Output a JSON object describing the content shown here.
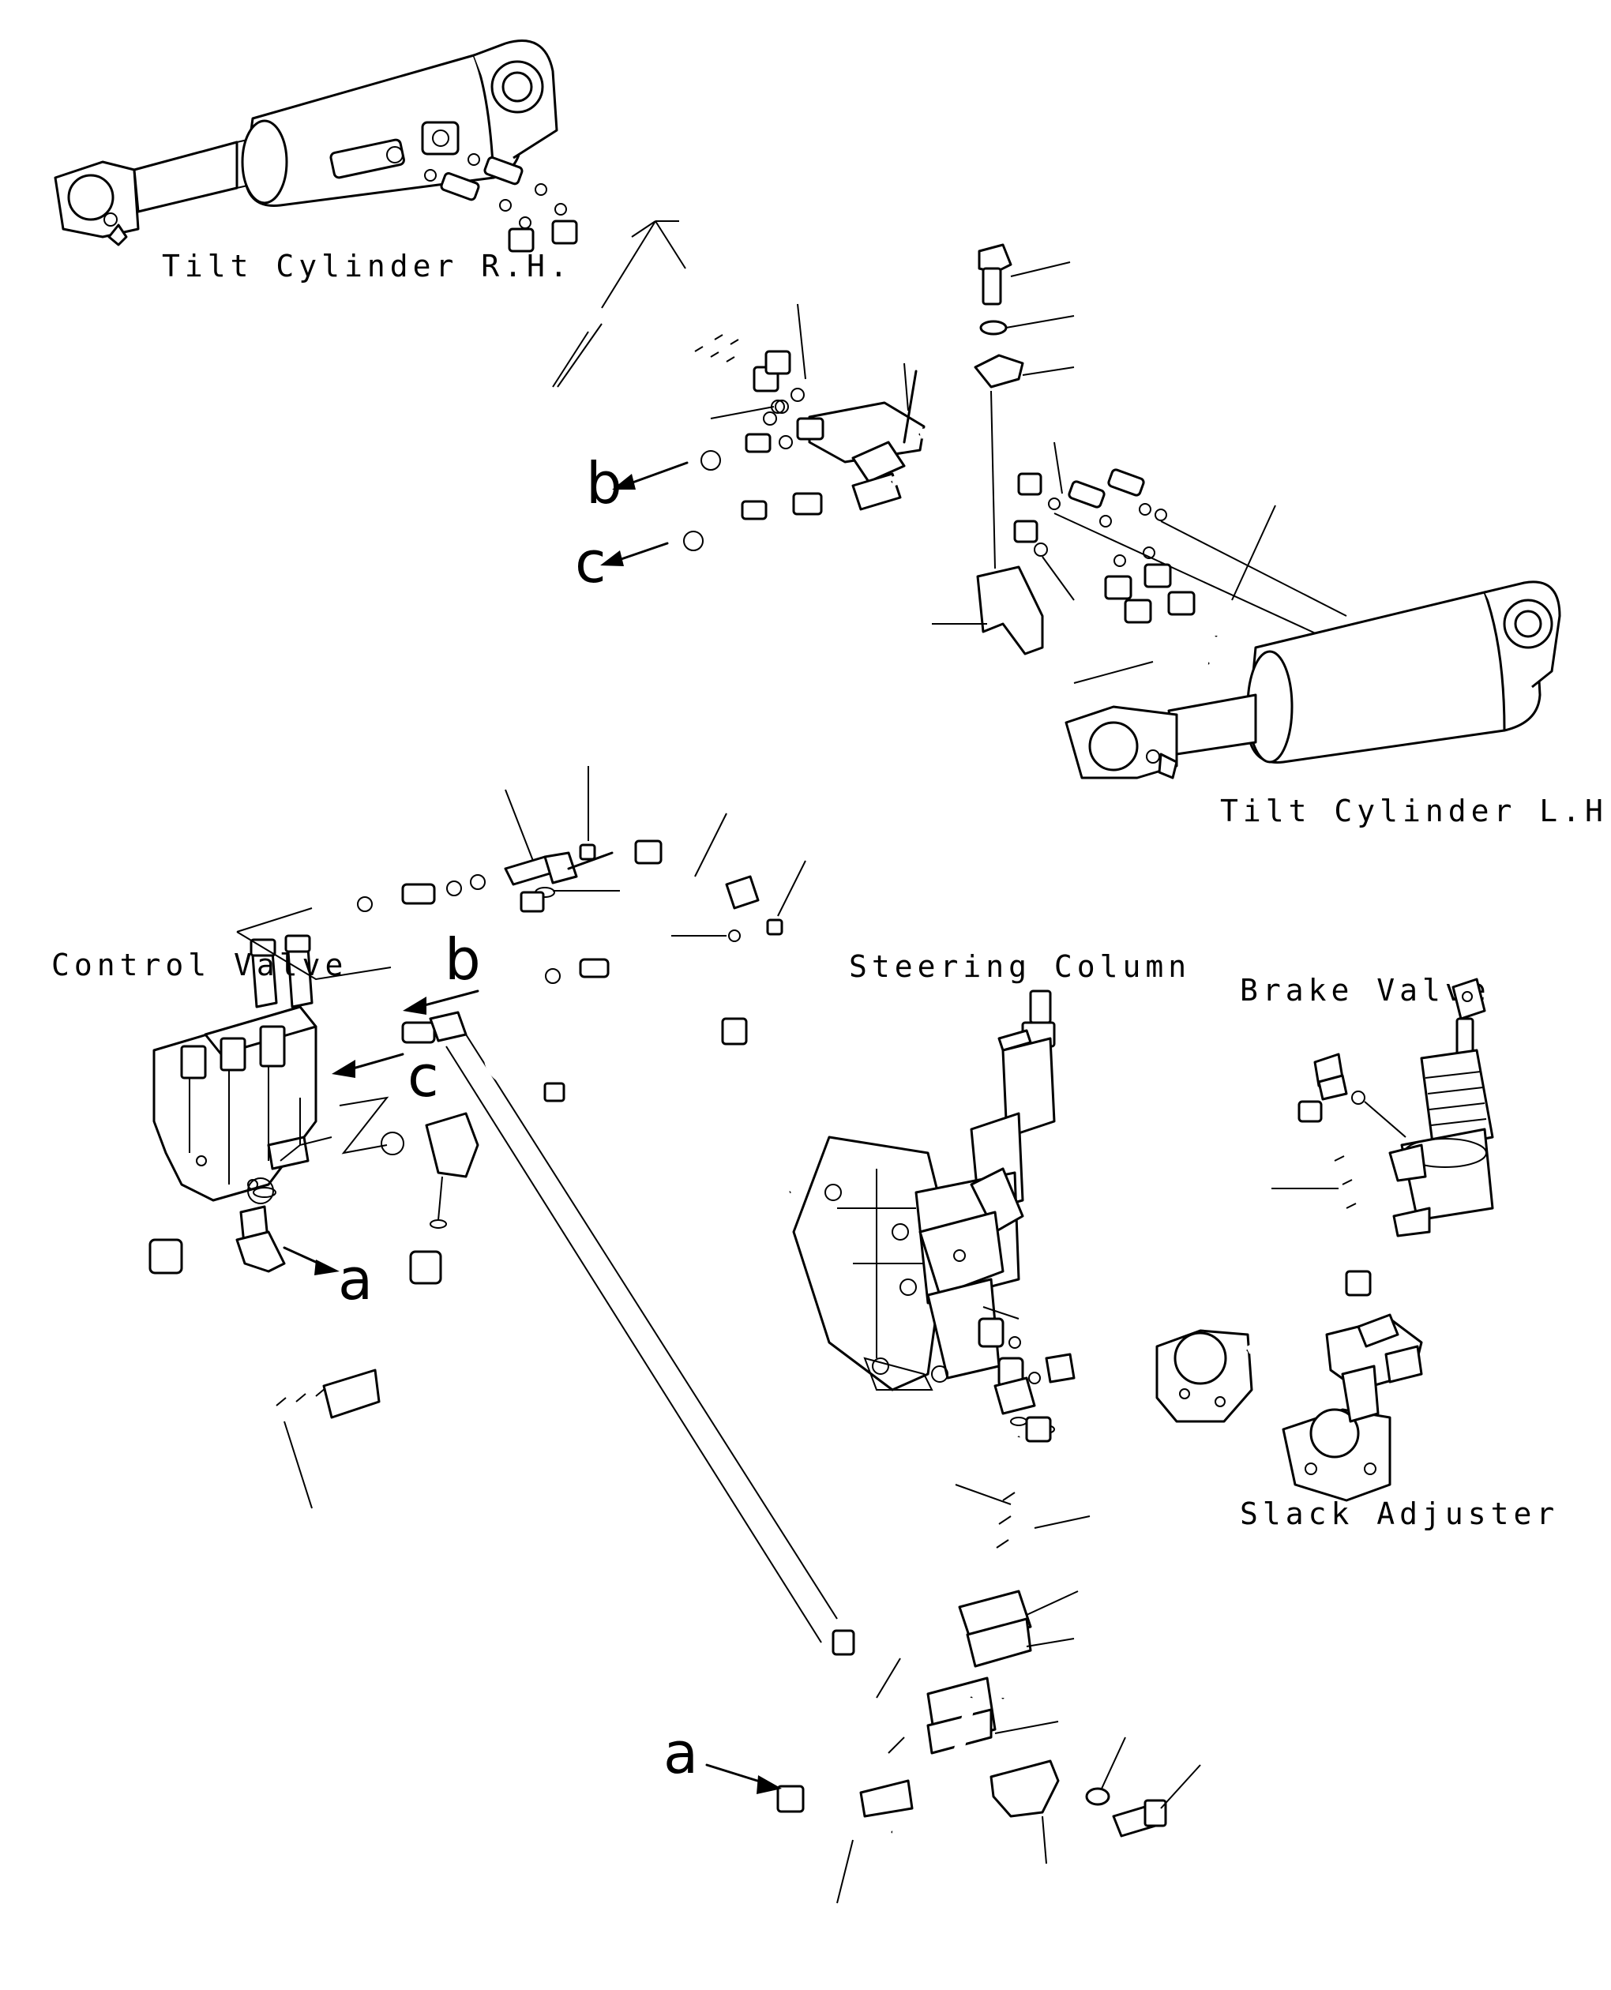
{
  "labels": {
    "tilt_cylinder_rh": "Tilt Cylinder R.H.",
    "tilt_cylinder_lh": "Tilt Cylinder L.H.",
    "control_valve": "Control Valve",
    "steering_column": "Steering Column",
    "brake_valve": "Brake Valve",
    "slack_adjuster": "Slack Adjuster"
  },
  "ports": {
    "b_upper": "b",
    "c_upper": "c",
    "b_lower": "b",
    "c_lower": "c",
    "a_lower_left": "a",
    "a_lower_right": "a"
  },
  "colors": {
    "line": "#000000",
    "background": "#ffffff"
  }
}
